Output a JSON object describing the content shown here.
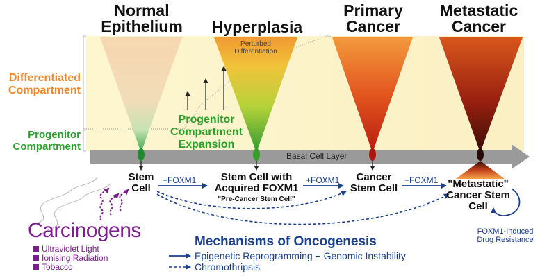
{
  "stages": [
    {
      "title": "Normal Epithelium",
      "cell": "Stem Cell"
    },
    {
      "title": "Hyperplasia",
      "cell": "Stem Cell with Acquired FOXM1",
      "cell_note": "\"Pre-Cancer Stem Cell\""
    },
    {
      "title": "Primary Cancer",
      "cell": "Cancer Stem Cell"
    },
    {
      "title": "Metastatic Cancer",
      "cell": "\"Metastatic\" Cancer Stem Cell"
    }
  ],
  "compartments": {
    "differentiated": "Differentiated Compartment",
    "progenitor": "Progenitor Compartment"
  },
  "perturbed_label": "Perturbed Differentiation",
  "expansion_label": "Progenitor Compartment Expansion",
  "basal_layer_label": "Basal Cell Layer",
  "transition_label": "+FOXM1",
  "drug_resistance_label": "FOXM1-Induced Drug Resistance",
  "carcinogens": {
    "title": "Carcinogens",
    "items": [
      "Ultraviolet Light",
      "Ionising Radiation",
      "Tobacco"
    ]
  },
  "mechanisms": {
    "title": "Mechanisms of Oncogenesis",
    "items": [
      {
        "label": "Epigenetic Reprogramming + Genomic Instability",
        "line": "solid"
      },
      {
        "label": "Chromothripsis",
        "line": "dashed"
      }
    ]
  },
  "colors": {
    "background_band": "#fdf6cf",
    "basal_bar": "#9a9a9a",
    "progenitor_green": "#2aa02a",
    "differentiated_orange": "#f0862a",
    "carcinogen_purple": "#7b1d8c",
    "mechanism_blue": "#1a3f8c"
  }
}
